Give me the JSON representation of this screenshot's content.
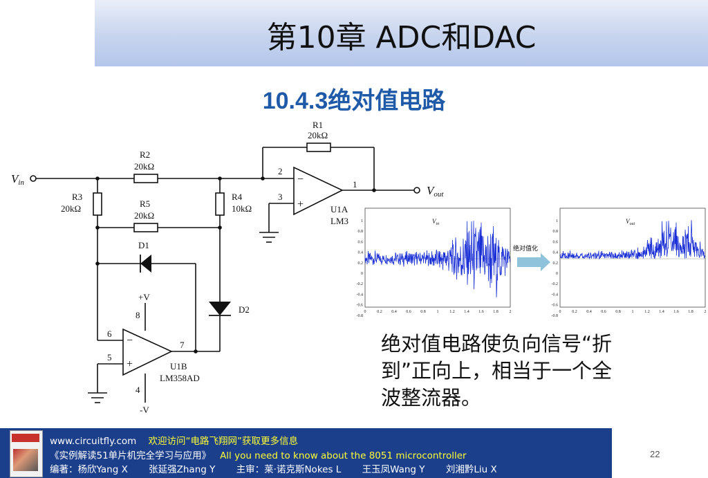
{
  "header": {
    "title": "第10章  ADC和DAC",
    "subtitle": "10.4.3绝对值电路"
  },
  "circuit": {
    "vin": "V",
    "vin_sub": "in",
    "vout": "V",
    "vout_sub": "out",
    "r1_name": "R1",
    "r1_val": "20kΩ",
    "r2_name": "R2",
    "r2_val": "20kΩ",
    "r3_name": "R3",
    "r3_val": "20kΩ",
    "r4_name": "R4",
    "r4_val": "10kΩ",
    "r5_name": "R5",
    "r5_val": "20kΩ",
    "d1": "D1",
    "d2": "D2",
    "u1a": "U1A",
    "u1a_model": "LM3",
    "u1b": "U1B",
    "u1b_model": "LM358AD",
    "pin1": "1",
    "pin2": "2",
    "pin3": "3",
    "pin4": "4",
    "pin5": "5",
    "pin6": "6",
    "pin7": "7",
    "pin8": "8",
    "vplus": "+V",
    "vminus": "-V",
    "minus": "−",
    "plus": "+"
  },
  "plot_in": {
    "label": "V",
    "label_sub": "in",
    "yticks": [
      "1",
      "0.8",
      "0.6",
      "0.4",
      "0.2",
      "0",
      "-0.2",
      "-0.4",
      "-0.6",
      "-0.8"
    ],
    "xticks": [
      "0",
      "0.2",
      "0.4",
      "0.6",
      "0.8",
      "1",
      "1.2",
      "1.4",
      "1.6",
      "1.8",
      "2"
    ]
  },
  "plot_out": {
    "label": "V",
    "label_sub": "out",
    "yticks": [
      "1",
      "0.8",
      "0.6",
      "0.4",
      "0.2",
      "0",
      "-0.2",
      "-0.4",
      "-0.6",
      "-0.8"
    ],
    "xticks": [
      "0",
      "0.2",
      "0.4",
      "0.6",
      "0.8",
      "1",
      "1.2",
      "1.4",
      "1.6",
      "1.8",
      "2"
    ]
  },
  "arrow_label": "绝对值化",
  "colors": {
    "signal": "#1a2fd6",
    "arrow": "#8fc3dc",
    "accent": "#1e5aa8"
  },
  "description": [
    "绝对值电路使负向信号“折",
    "到”正向上，相当于一个全",
    "波整流器。"
  ],
  "footer": {
    "site": "www.circuitfly.com",
    "welcome": "欢迎访问“电路飞翔网”获取更多信息",
    "book_cn": "《实例解读51单片机完全学习与应用》",
    "book_en": "All you need to know about the 8051 microcontroller",
    "authors": [
      "编著：杨欣Yang X",
      "张延强Zhang Y",
      "主审：莱·诺克斯Nokes L",
      "王玉凤Wang Y",
      "刘湘黔Liu X"
    ],
    "page": "22"
  }
}
